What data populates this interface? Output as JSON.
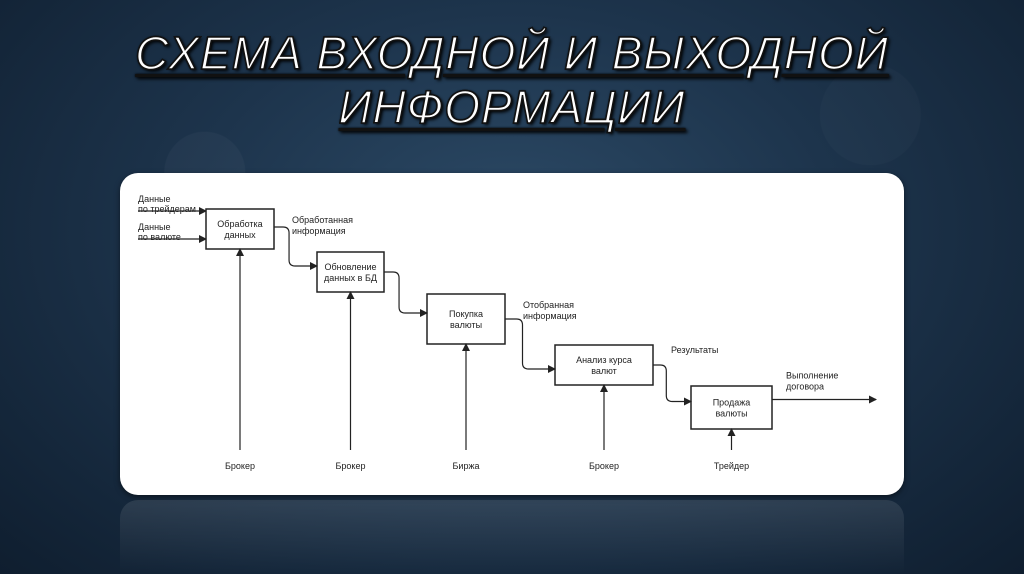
{
  "slide": {
    "title_line1": "СХЕМА ВХОДНОЙ И ВЫХОДНОЙ",
    "title_line2": "ИНФОРМАЦИИ"
  },
  "diagram": {
    "inputs": [
      {
        "lines": [
          "Данные",
          "по трейдерам"
        ]
      },
      {
        "lines": [
          "Данные",
          "по валюте"
        ]
      }
    ],
    "nodes": [
      {
        "lines": [
          "Обработка",
          "данных"
        ],
        "mechanism": "Брокер"
      },
      {
        "lines": [
          "Обновление",
          "данных в БД"
        ],
        "mechanism": "Брокер"
      },
      {
        "lines": [
          "Покупка",
          "валюты"
        ],
        "mechanism": "Биржа"
      },
      {
        "lines": [
          "Анализ курса",
          "валют"
        ],
        "mechanism": "Брокер"
      },
      {
        "lines": [
          "Продажа",
          "валюты"
        ],
        "mechanism": "Трейдер"
      }
    ],
    "flows": [
      {
        "lines": [
          "Обработанная",
          "информация"
        ]
      },
      {
        "lines": []
      },
      {
        "lines": [
          "Отобранная",
          "информация"
        ]
      },
      {
        "lines": [
          "Результаты"
        ]
      }
    ],
    "output": {
      "lines": [
        "Выполнение",
        "договора"
      ]
    }
  }
}
